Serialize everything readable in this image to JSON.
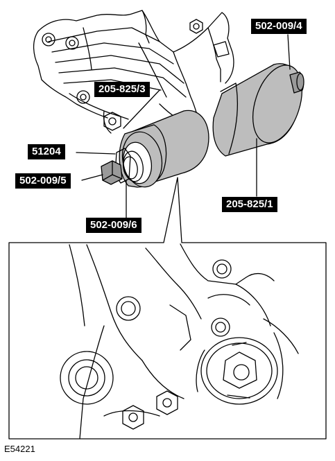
{
  "callouts": {
    "tool_502_009_4": "502-009/4",
    "tool_205_825_3": "205-825/3",
    "part_51204": "51204",
    "tool_502_009_5": "502-009/5",
    "tool_502_009_6": "502-009/6",
    "tool_205_825_1": "205-825/1"
  },
  "figure_id": "E54221",
  "colors": {
    "line": "#000000",
    "paper": "#ffffff",
    "tool_shade": "#bdbdbd",
    "tool_dark": "#9a9a9a",
    "label_bg": "#000000",
    "label_text": "#ffffff"
  }
}
